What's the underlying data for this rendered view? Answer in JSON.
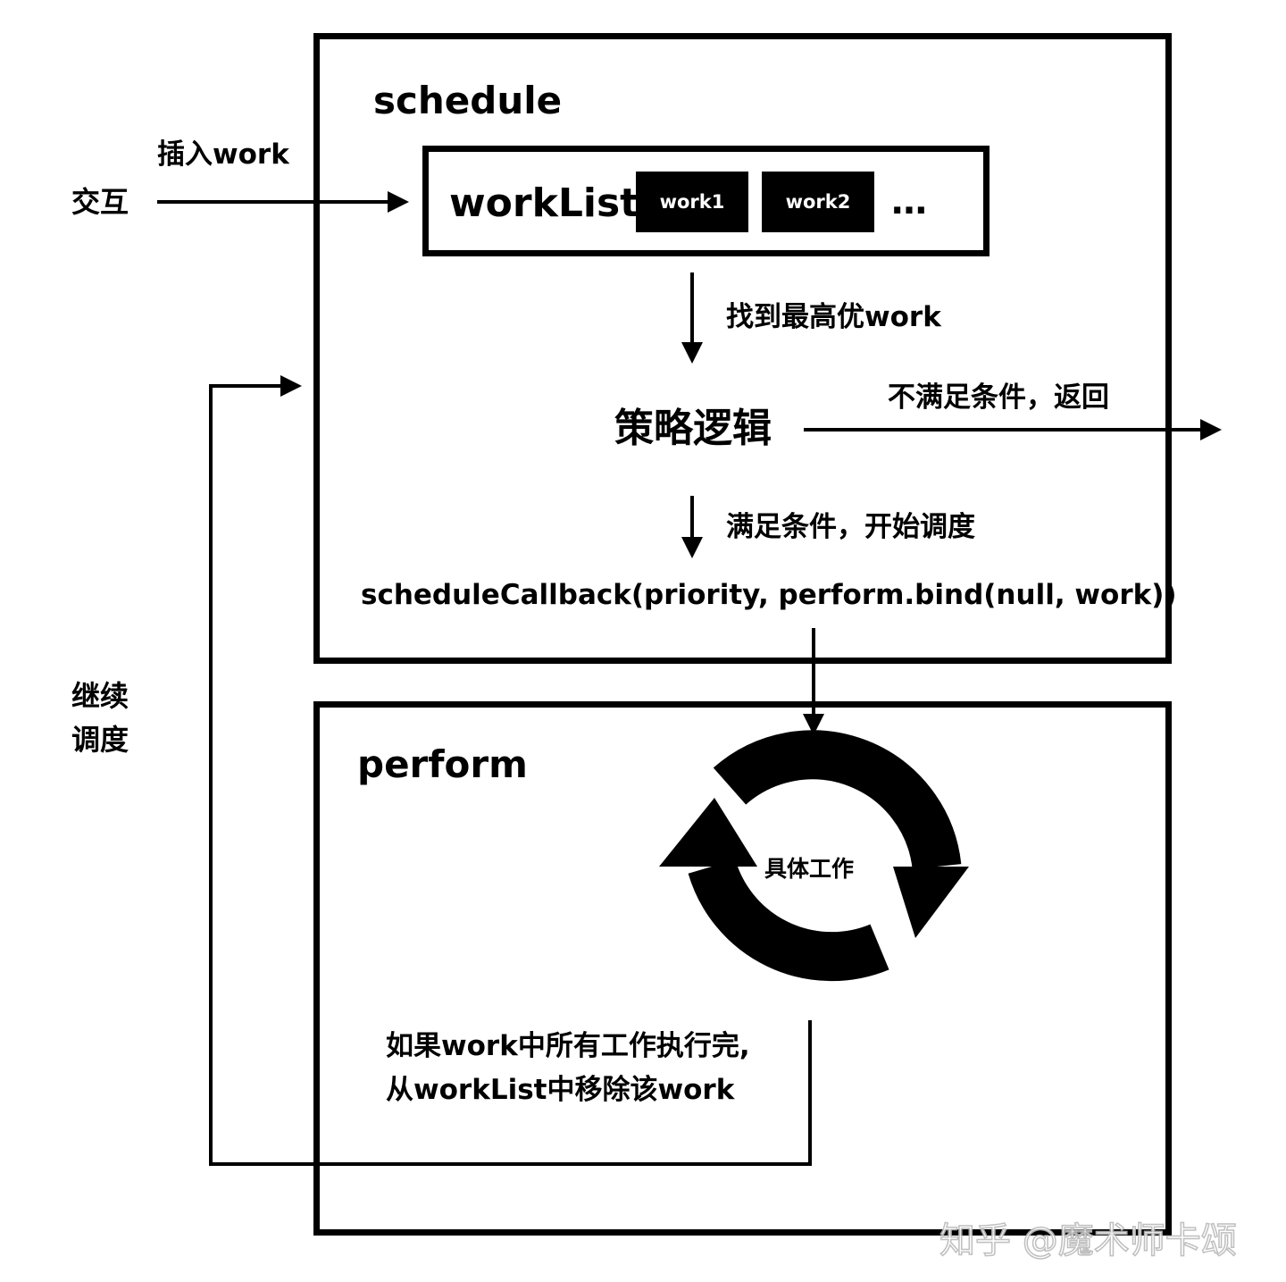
{
  "schedule": {
    "title": "schedule",
    "worklist": {
      "label": "workList",
      "items": [
        "work1",
        "work2"
      ],
      "more": "…"
    },
    "find_highest": "找到最高优work",
    "strategy": "策略逻辑",
    "not_satisfied": "不满足条件，返回",
    "satisfied": "满足条件，开始调度",
    "callback": "scheduleCallback(priority, perform.bind(null, work))"
  },
  "perform": {
    "title": "perform",
    "cycle_label": "具体工作",
    "remove_line1": "如果work中所有工作执行完,",
    "remove_line2": "从workList中移除该work"
  },
  "outside": {
    "interaction": "交互",
    "insert_work": "插入work",
    "continue_line1": "继续",
    "continue_line2": "调度"
  },
  "watermark": "知乎 @魔术师卡颂"
}
